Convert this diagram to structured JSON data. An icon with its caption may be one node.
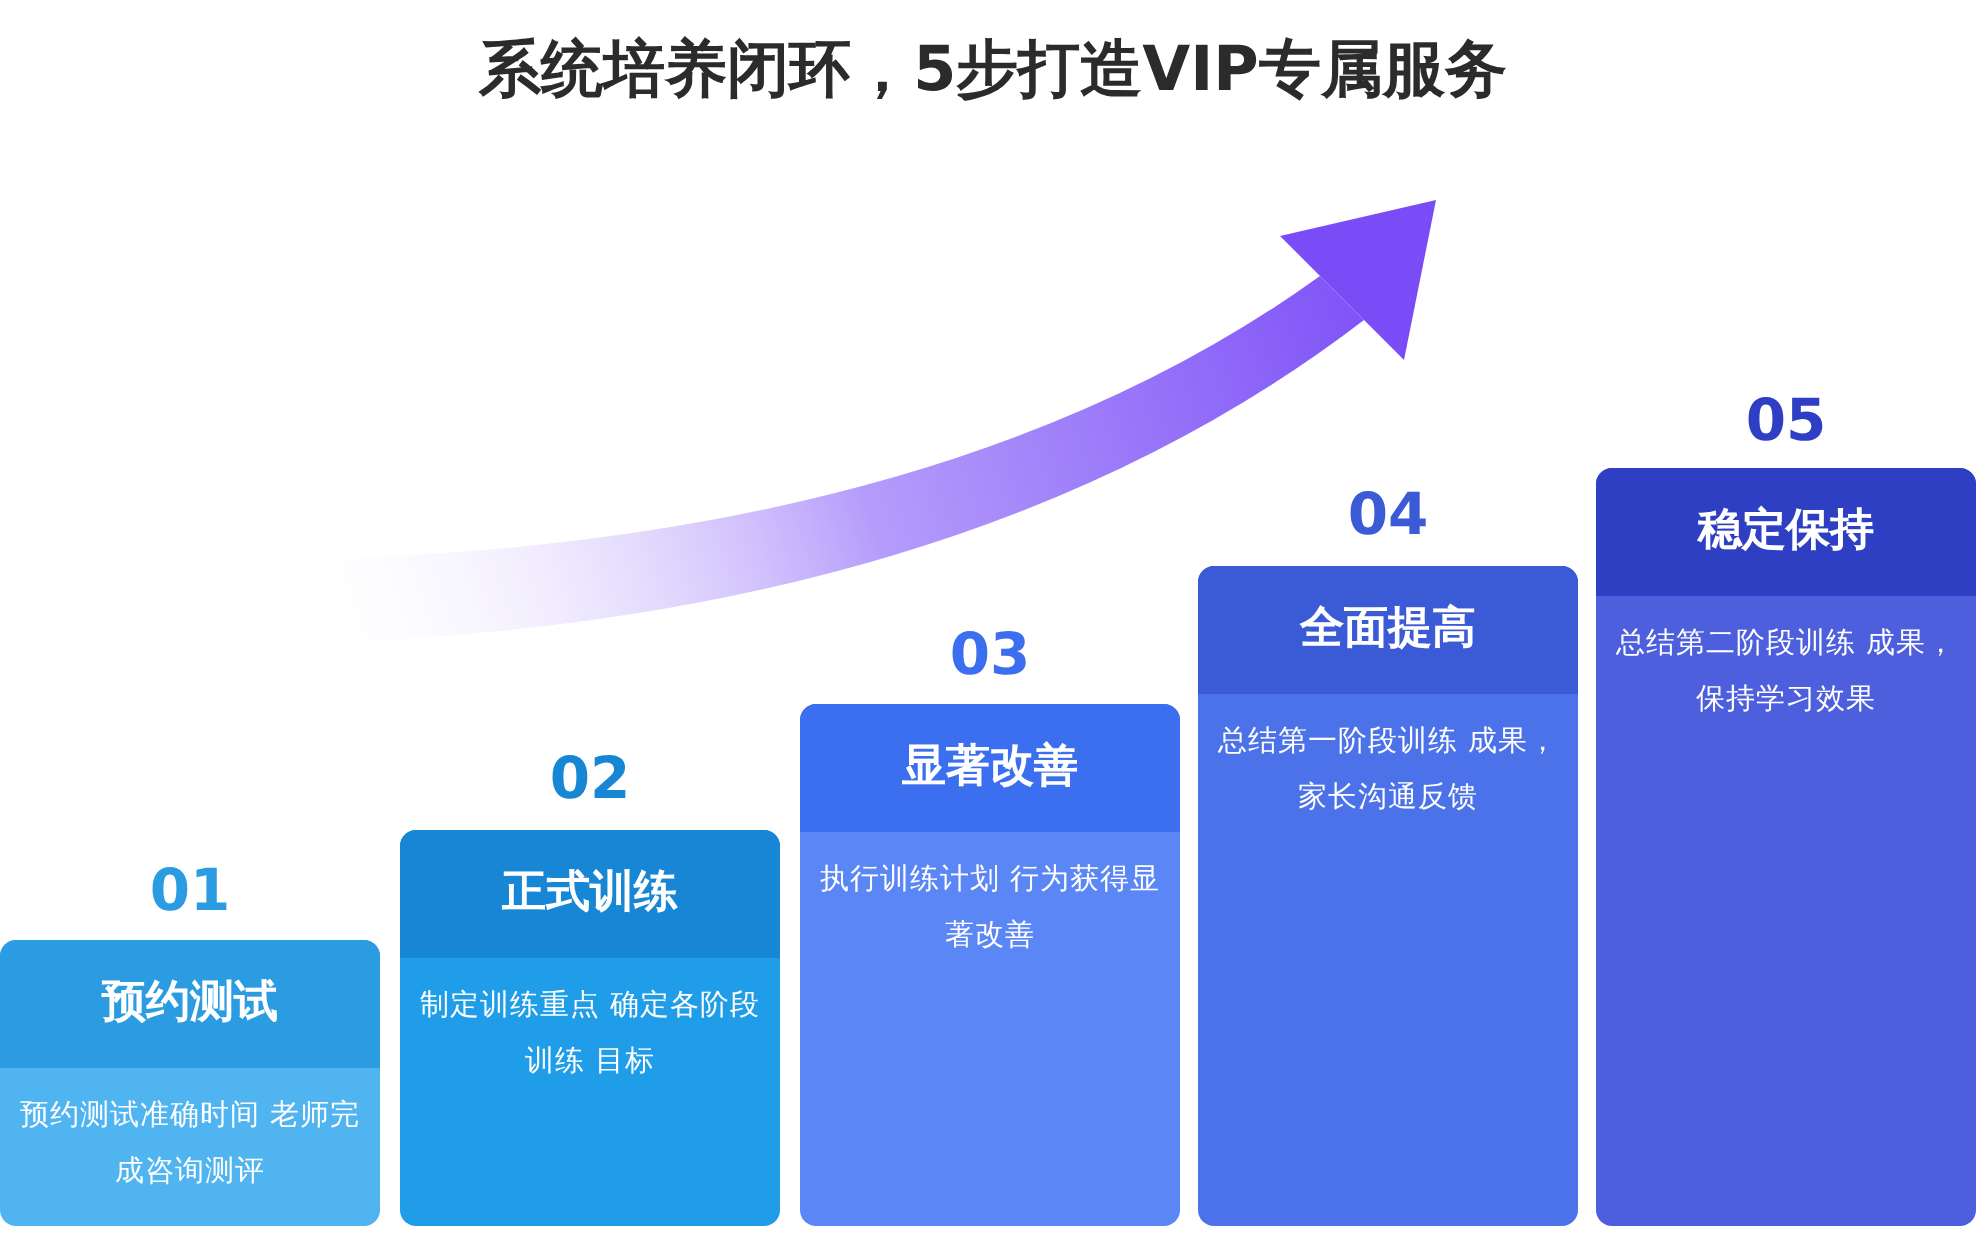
{
  "diagram": {
    "title": "系统培养闭环，5步打造VIP专属服务",
    "nodes": [
      {
        "text": [
          "01",
          "预约测试",
          "预约测试准确时间 老师完成咨询测评"
        ]
      },
      {
        "text": [
          "02",
          "正式训练",
          "制定训练重点 确定各阶段训练 目标"
        ]
      },
      {
        "text": [
          "03",
          "显著改善",
          "执行训练计划 行为获得显著改善"
        ]
      },
      {
        "text": [
          "04",
          "全面提高",
          "总结第一阶段训练 成果，家长沟通反馈"
        ]
      },
      {
        "text": [
          "05",
          "稳定保持",
          "总结第二阶段训练 成果，保持学习效果"
        ]
      }
    ]
  }
}
